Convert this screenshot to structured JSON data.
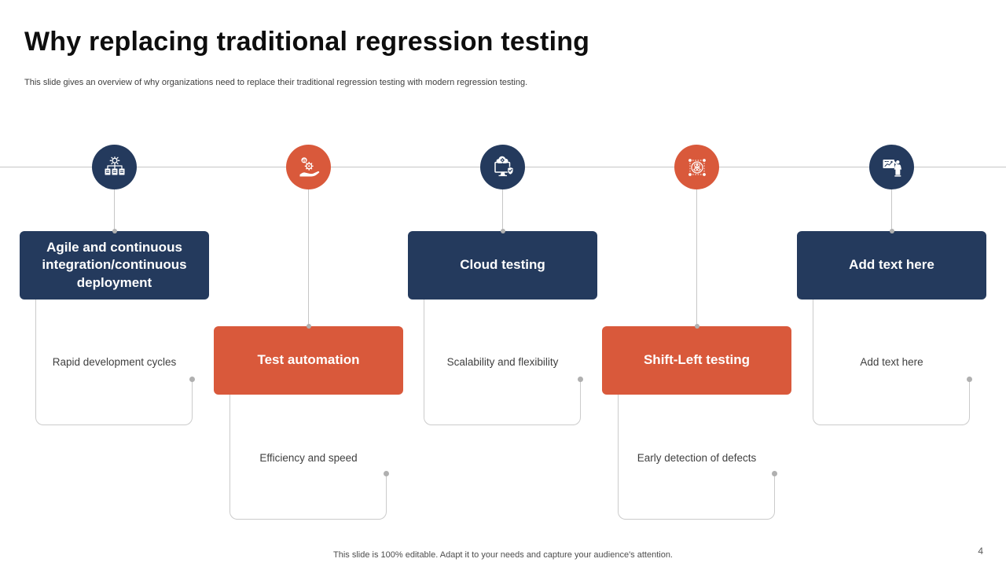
{
  "slide": {
    "title": "Why replacing traditional regression testing",
    "subtitle": "This slide gives an overview of why organizations need to replace their traditional regression testing with modern regression testing.",
    "footer": "This slide is 100% editable. Adapt it to your needs and capture your audience's attention.",
    "page_number": "4"
  },
  "colors": {
    "navy": "#243A5D",
    "orange": "#D9593B",
    "line_gray": "#C6C6C6",
    "bracket_gray": "#CBCBCB",
    "dot_gray": "#B0B0B0",
    "text_gray": "#3F3F3F"
  },
  "columns": [
    {
      "accent": "navy",
      "icon": "deployment-pipeline-icon",
      "label": "Agile and continuous integration/continuous deployment",
      "description": "Rapid development cycles"
    },
    {
      "accent": "orange",
      "icon": "automation-hand-gear-icon",
      "label": "Test automation",
      "description": "Efficiency and speed"
    },
    {
      "accent": "navy",
      "icon": "cloud-testing-icon",
      "label": "Cloud testing",
      "description": "Scalability and flexibility"
    },
    {
      "accent": "orange",
      "icon": "shift-left-atom-icon",
      "label": "Shift-Left testing",
      "description": "Early detection of defects"
    },
    {
      "accent": "navy",
      "icon": "presenter-icon",
      "label": "Add text here",
      "description": "Add text here"
    }
  ]
}
